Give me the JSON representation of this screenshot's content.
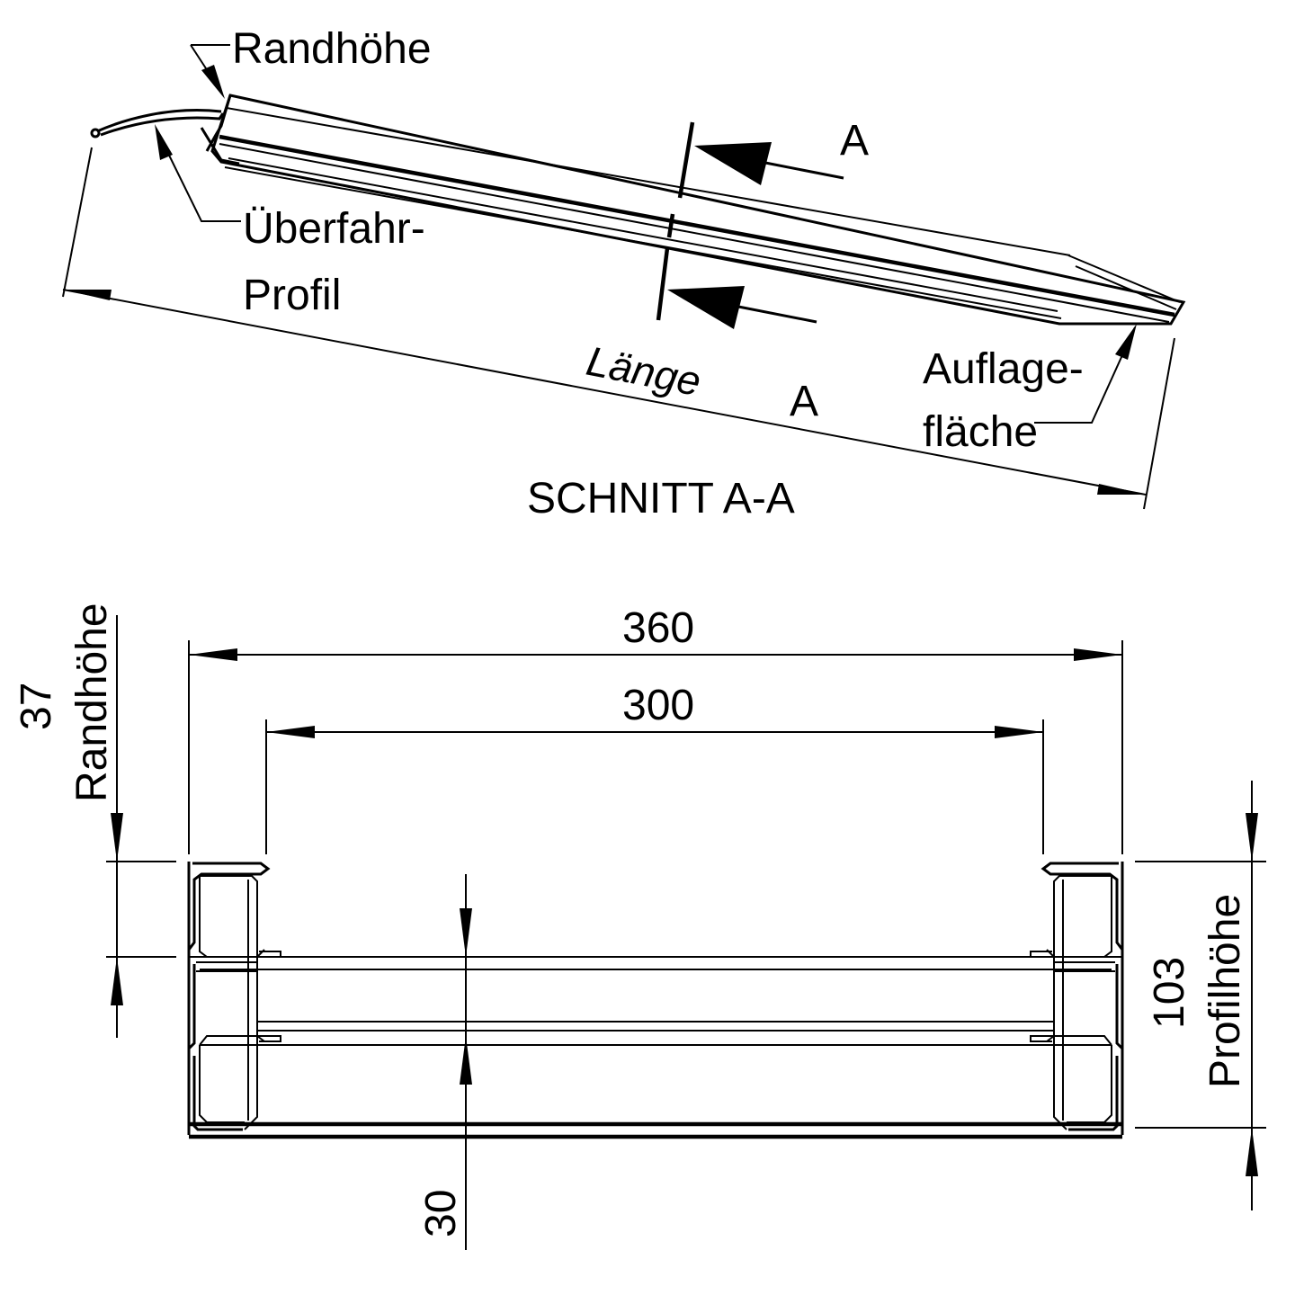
{
  "labels": {
    "randhoehe": "Randhöhe",
    "section_marker_top": "A",
    "section_marker_bottom": "A",
    "ueberfahr_line1": "Überfahr-",
    "ueberfahr_line2": "Profil",
    "laenge": "Länge",
    "auflage_line1": "Auflage-",
    "auflage_line2": "fläche",
    "section_title": "SCHNITT A-A"
  },
  "dimensions": {
    "overall_width": "360",
    "inner_width": "300",
    "randhoehe_value": "37",
    "randhoehe_label": "Randhöhe",
    "profilhoehe_value": "103",
    "profilhoehe_label": "Profilhöhe",
    "beam_height": "30"
  },
  "colors": {
    "line": "#000000",
    "background": "#ffffff"
  }
}
